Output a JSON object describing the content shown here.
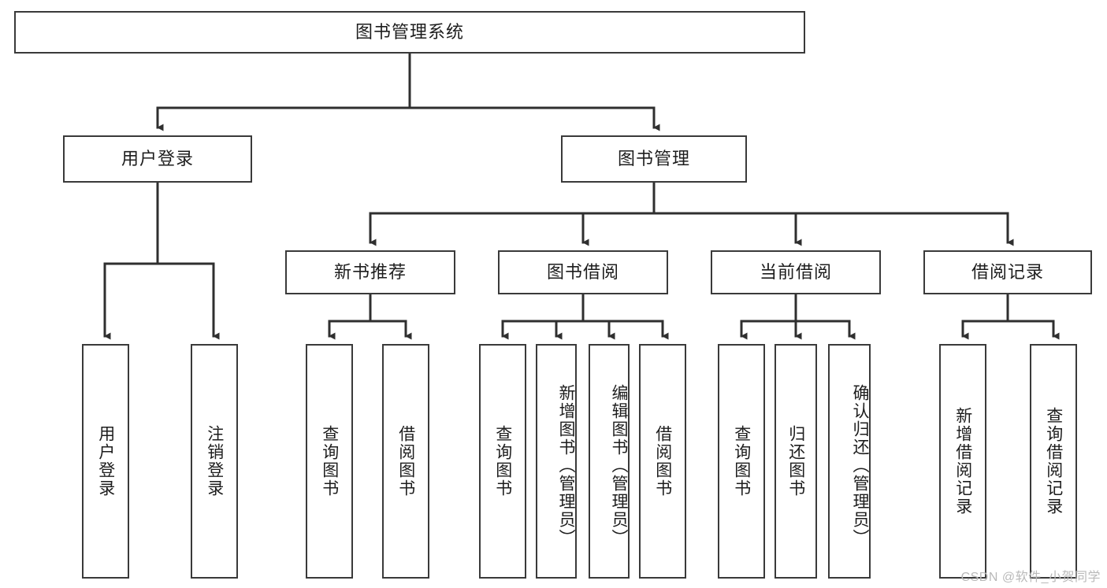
{
  "diagram": {
    "title": "图书管理系统",
    "watermark": "CSDN @软件_小贺同学",
    "colors": {
      "stroke": "#3a3a3a",
      "background": "#ffffff",
      "text": "#1d1d1d",
      "watermark": "#b9b9b9"
    },
    "root": {
      "label": "图书管理系统"
    },
    "level1": [
      {
        "label": "用户登录"
      },
      {
        "label": "图书管理"
      }
    ],
    "level2": [
      {
        "label": "新书推荐"
      },
      {
        "label": "图书借阅"
      },
      {
        "label": "当前借阅"
      },
      {
        "label": "借阅记录"
      }
    ],
    "leaves": {
      "user_login": [
        {
          "label": "用户登录"
        },
        {
          "label": "注销登录"
        }
      ],
      "new_book_recommend": [
        {
          "label": "查询图书"
        },
        {
          "label": "借阅图书"
        }
      ],
      "book_borrow": [
        {
          "label": "查询图书"
        },
        {
          "label": "新增图书（管理员）"
        },
        {
          "label": "编辑图书（管理员）"
        },
        {
          "label": "借阅图书"
        }
      ],
      "current_borrow": [
        {
          "label": "查询图书"
        },
        {
          "label": "归还图书"
        },
        {
          "label": "确认归还（管理员）"
        }
      ],
      "borrow_record": [
        {
          "label": "新增借阅记录"
        },
        {
          "label": "查询借阅记录"
        }
      ]
    }
  }
}
